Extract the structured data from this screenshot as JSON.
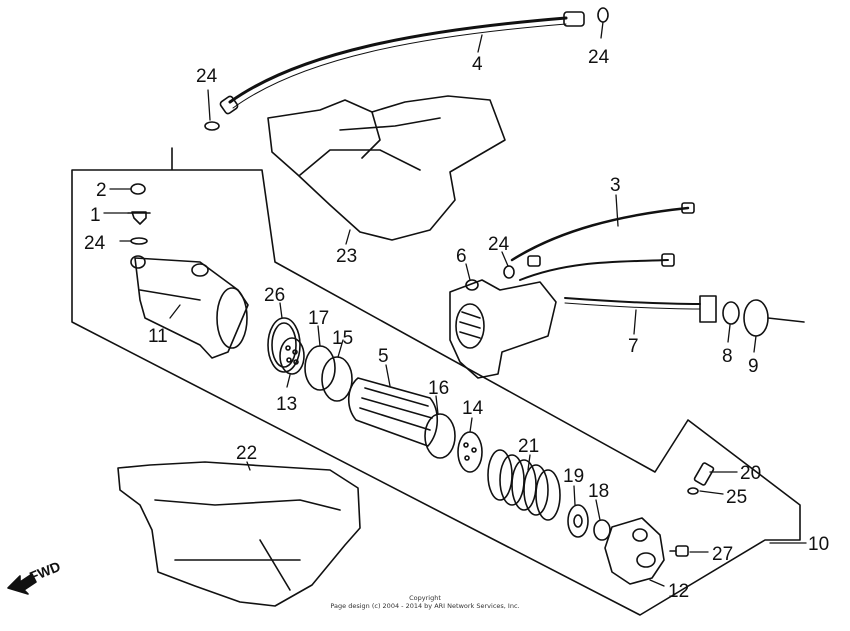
{
  "callouts": {
    "c1": "1",
    "c2": "2",
    "c3": "3",
    "c4": "4",
    "c5": "5",
    "c6": "6",
    "c7": "7",
    "c8": "8",
    "c9": "9",
    "c10": "10",
    "c11": "11",
    "c12": "12",
    "c13": "13",
    "c14": "14",
    "c15": "15",
    "c16": "16",
    "c17": "17",
    "c18": "18",
    "c19": "19",
    "c20": "20",
    "c21": "21",
    "c22": "22",
    "c23": "23",
    "c24a": "24",
    "c24b": "24",
    "c24c": "24",
    "c24d": "24",
    "c25": "25",
    "c26": "26",
    "c27": "27"
  },
  "fwd_label": "FWD",
  "copyright": {
    "line1": "Copyright",
    "line2": "Page design (c) 2004 - 2014 by ARI Network Services, Inc."
  }
}
